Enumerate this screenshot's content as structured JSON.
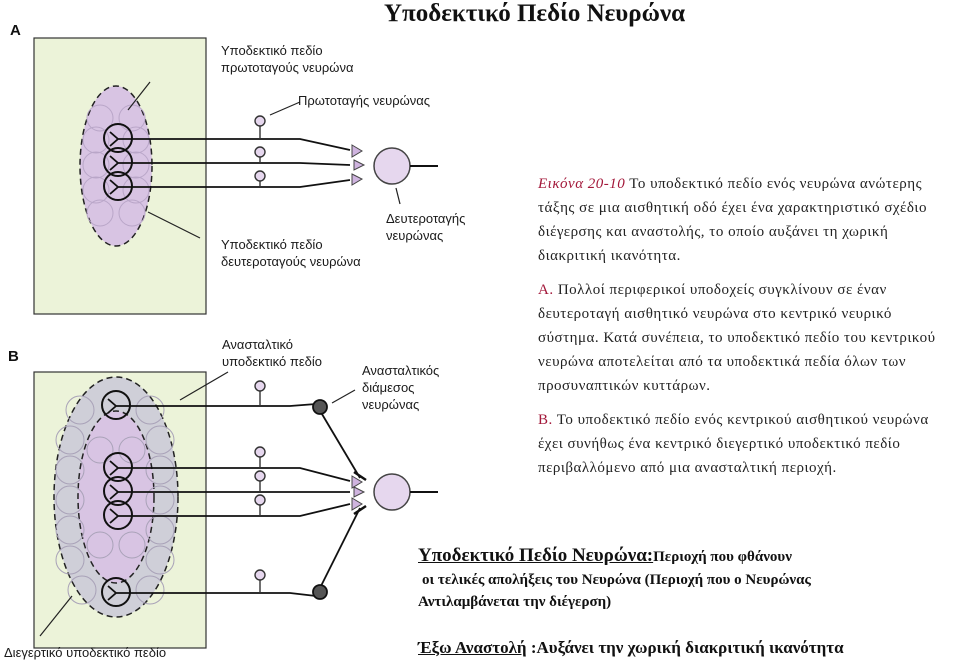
{
  "title": "Υποδεκτικό Πεδίο Νευρώνα",
  "panel_a": {
    "letter": "A",
    "label_receptive_field": "Υποδεκτικό πεδίο πρωτοταγούς νευρώνα",
    "label_primary_neuron": "Πρωτοταγής νευρώνας",
    "label_secondary_field": "Υποδεκτικό πεδίο δευτεροταγούς νευρώνα",
    "label_secondary_neuron": "Δευτεροταγής νευρώνας"
  },
  "panel_b": {
    "letter": "B",
    "label_inhibitory_field": "Ανασταλτικό υποδεκτικό πεδίο",
    "label_interneuron": "Ανασταλτικός διάμεσος νευρώνας",
    "label_excitatory_field": "Διεγερτικό υποδεκτικό πεδίο"
  },
  "caption": {
    "figure_label": "Εικόνα 20-10",
    "figure_text": "Το υποδεκτικό πεδίο ενός νευρώνα ανώτερης τάξης σε μια αισθητική οδό έχει ένα χαρακτηριστικό σχέδιο διέγερσης και αναστολής, το οποίο αυξάνει τη χωρική διακριτική ικανότητα.",
    "a_marker": "Α.",
    "a_text": "Πολλοί περιφερικοί υποδοχείς συγκλίνουν σε έναν δευτεροταγή αισθητικό νευρώνα στο κεντρικό νευρικό σύστημα. Κατά συνέπεια, το υποδεκτικό πεδίο του κεντρικού νευρώνα αποτελείται από τα υποδεκτικά πεδία όλων των προσυναπτικών κυττάρων.",
    "b_marker": "Β.",
    "b_text": "Το υποδεκτικό πεδίο ενός κεντρικού αισθητικού νευρώνα έχει συνήθως ένα κεντρικό διεγερτικό υποδεκτικό πεδίο περιβαλλόμενο από μια ανασταλτική περιοχή."
  },
  "summary": {
    "heading": "Υποδεκτικό Πεδίο Νευρώνα:",
    "line1": "Περιοχή που φθάνουν",
    "line2": "οι τελικές απολήξεις του Νευρώνα (Περιοχή που ο Νευρώνας",
    "line3": "Αντιλαμβάνεται την διέγερση)",
    "inhibition_term": "Έξω Αναστολή",
    "inhibition_text": " :Αυξάνει την χωρική διακριτική ικανότητα"
  },
  "colors": {
    "skin": "#ecf3d9",
    "field_purple": "#d8c4e3",
    "field_gray": "#cfcfd8",
    "neuron_fill": "#e6d7ee",
    "caption_accent": "#a3183a"
  }
}
